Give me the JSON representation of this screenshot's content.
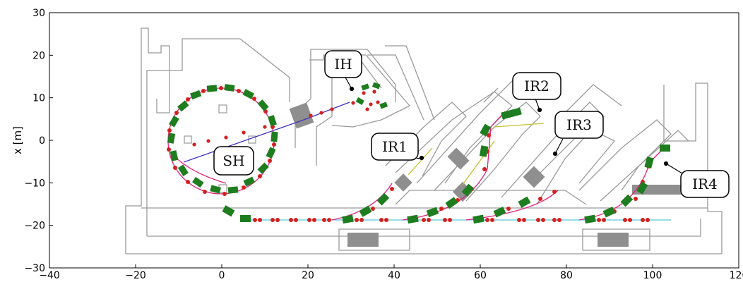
{
  "figure": {
    "ylabel": "x [m]"
  },
  "axes": {
    "xlim": [
      -40,
      120
    ],
    "ylim": [
      -30,
      30
    ],
    "xticks": [
      "−40",
      "−20",
      "0",
      "20",
      "40",
      "60",
      "80",
      "100",
      "120"
    ],
    "yticks": [
      "30",
      "20",
      "10",
      "0",
      "−10",
      "−20",
      "−30"
    ]
  },
  "regions": [
    {
      "id": "SH",
      "label": "SH"
    },
    {
      "id": "IH",
      "label": "IH"
    },
    {
      "id": "IR1",
      "label": "IR1"
    },
    {
      "id": "IR2",
      "label": "IR2"
    },
    {
      "id": "IR3",
      "label": "IR3"
    },
    {
      "id": "IR4",
      "label": "IR4"
    }
  ],
  "colors": {
    "wall": "#9a9a9a",
    "dipole": "#1e7d1e",
    "quad": "#d42020",
    "beamline_main": "#5bc8d8",
    "beamline_ring": "#e0207a",
    "beamline_ih": "#4030c0",
    "beamline_ir": "#c8c030",
    "hatch": "#8a8a8a"
  }
}
